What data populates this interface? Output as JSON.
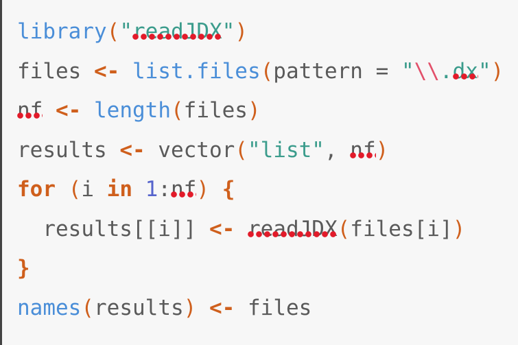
{
  "colors": {
    "function": "#4a8ed8",
    "identifier": "#5a5a5a",
    "operator": "#cf5f1c",
    "string": "#3b9c8c",
    "number": "#5563cc",
    "lint": "#e21b2a"
  },
  "code_lines": [
    [
      [
        "fn",
        "library"
      ],
      [
        "paren",
        "("
      ],
      [
        "str",
        "\""
      ],
      [
        "str",
        "readJDX",
        true
      ],
      [
        "str",
        "\""
      ],
      [
        "paren",
        ")"
      ]
    ],
    [
      [
        "id",
        "files "
      ],
      [
        "op",
        "<-"
      ],
      [
        "id",
        " "
      ],
      [
        "fn",
        "list.files"
      ],
      [
        "paren",
        "("
      ],
      [
        "id",
        "pattern = "
      ],
      [
        "str",
        "\""
      ],
      [
        "esc",
        "\\\\"
      ],
      [
        "str",
        "."
      ],
      [
        "str",
        "dx",
        true
      ],
      [
        "str",
        "\""
      ],
      [
        "paren",
        ")"
      ]
    ],
    [
      [
        "id",
        "nf",
        true
      ],
      [
        "id",
        " "
      ],
      [
        "op",
        "<-"
      ],
      [
        "id",
        " "
      ],
      [
        "fn",
        "length"
      ],
      [
        "paren",
        "("
      ],
      [
        "id",
        "files"
      ],
      [
        "paren",
        ")"
      ]
    ],
    [
      [
        "id",
        "results "
      ],
      [
        "op",
        "<-"
      ],
      [
        "id",
        " vector"
      ],
      [
        "paren",
        "("
      ],
      [
        "str",
        "\"list\""
      ],
      [
        "id",
        ", "
      ],
      [
        "id",
        "nf",
        true
      ],
      [
        "paren",
        ")"
      ]
    ],
    [
      [
        "kw",
        "for"
      ],
      [
        "id",
        " "
      ],
      [
        "paren",
        "("
      ],
      [
        "id",
        "i "
      ],
      [
        "kw",
        "in"
      ],
      [
        "id",
        " "
      ],
      [
        "num",
        "1"
      ],
      [
        "id",
        ":"
      ],
      [
        "id",
        "nf",
        true
      ],
      [
        "paren",
        ")"
      ],
      [
        "id",
        " "
      ],
      [
        "kw",
        "{"
      ]
    ],
    [
      [
        "id",
        "  results[[i]] "
      ],
      [
        "op",
        "<-"
      ],
      [
        "id",
        " "
      ],
      [
        "id",
        "readJDX",
        true
      ],
      [
        "paren",
        "("
      ],
      [
        "id",
        "files[i]"
      ],
      [
        "paren",
        ")"
      ]
    ],
    [
      [
        "kw",
        "}"
      ]
    ],
    [
      [
        "fn",
        "names"
      ],
      [
        "paren",
        "("
      ],
      [
        "id",
        "results"
      ],
      [
        "paren",
        ")"
      ],
      [
        "id",
        " "
      ],
      [
        "op",
        "<-"
      ],
      [
        "id",
        " files"
      ]
    ]
  ]
}
